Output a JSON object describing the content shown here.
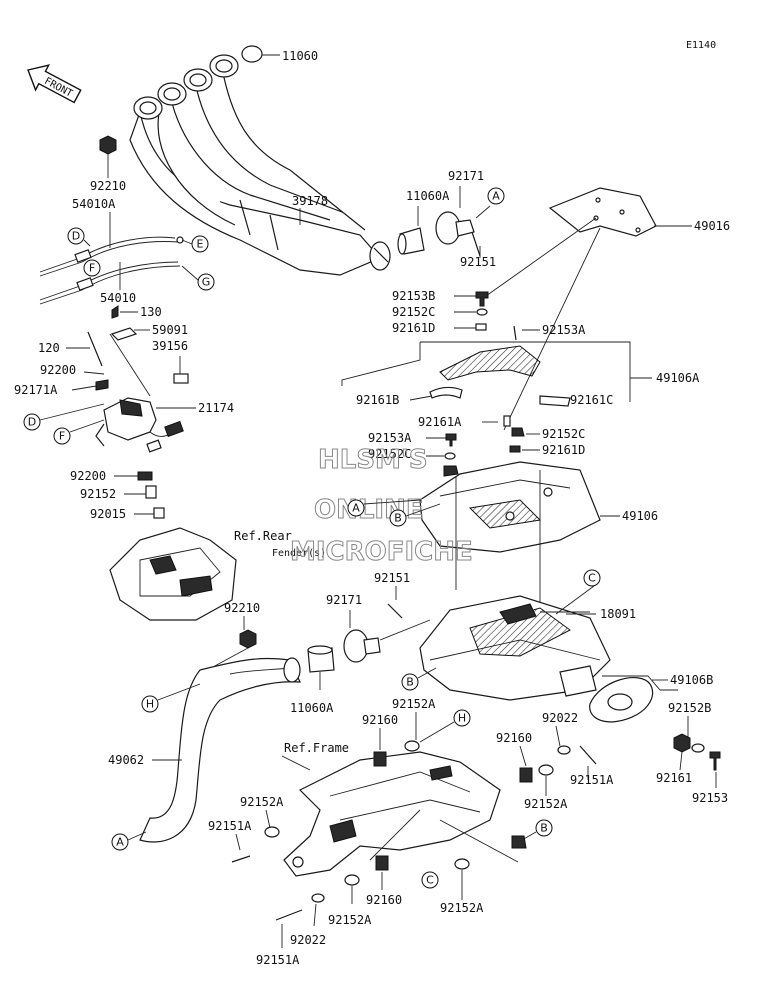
{
  "diagram_code": "E1140",
  "front_arrow_label": "FRONT",
  "watermark": [
    "HLSM'S",
    "ONLINE",
    "MICROFICHE"
  ],
  "refs": {
    "rear_fender_line1": "Ref.Rear",
    "rear_fender_line2": "Fender(s)",
    "frame": "Ref.Frame"
  },
  "part_labels": {
    "p11060": "11060",
    "p92210_top": "92210",
    "p54010A": "54010A",
    "p54010": "54010",
    "p130": "130",
    "p59091": "59091",
    "p39156": "39156",
    "p120": "120",
    "p92200_a": "92200",
    "p92171A": "92171A",
    "p21174": "21174",
    "p92200_b": "92200",
    "p92152": "92152",
    "p92015": "92015",
    "p39178": "39178",
    "p11060A_top": "11060A",
    "p92171_top": "92171",
    "p92151_top": "92151",
    "p49016": "49016",
    "p92153B": "92153B",
    "p92152C_a": "92152C",
    "p92161D_a": "92161D",
    "p92153A_a": "92153A",
    "p49106A": "49106A",
    "p92161B": "92161B",
    "p92161C": "92161C",
    "p92161A": "92161A",
    "p92153A_b": "92153A",
    "p92152C_b": "92152C",
    "p92152C_c": "92152C",
    "p92161D_b": "92161D",
    "p49106": "49106",
    "p92151_mid": "92151",
    "p92171_mid": "92171",
    "p18091": "18091",
    "p92210_mid": "92210",
    "p11060A_mid": "11060A",
    "p49106B": "49106B",
    "p92152A_a": "92152A",
    "p92160_a": "92160",
    "p92022_a": "92022",
    "p92152B": "92152B",
    "p49062": "49062",
    "p92160_b": "92160",
    "p92151A_a": "92151A",
    "p92161": "92161",
    "p92153": "92153",
    "p92152A_b": "92152A",
    "p92152A_c": "92152A",
    "p92151A_b": "92151A",
    "p92152A_d": "92152A",
    "p92160_c": "92160",
    "p92152A_e": "92152A",
    "p92022_b": "92022",
    "p92151A_c": "92151A"
  },
  "callouts": {
    "A1": "A",
    "A2": "A",
    "A3": "A",
    "B1": "B",
    "B2": "B",
    "B3": "B",
    "C1": "C",
    "C2": "C",
    "D1": "D",
    "D2": "D",
    "E1": "E",
    "F1": "F",
    "F2": "F",
    "G1": "G",
    "H1": "H",
    "H2": "H"
  }
}
